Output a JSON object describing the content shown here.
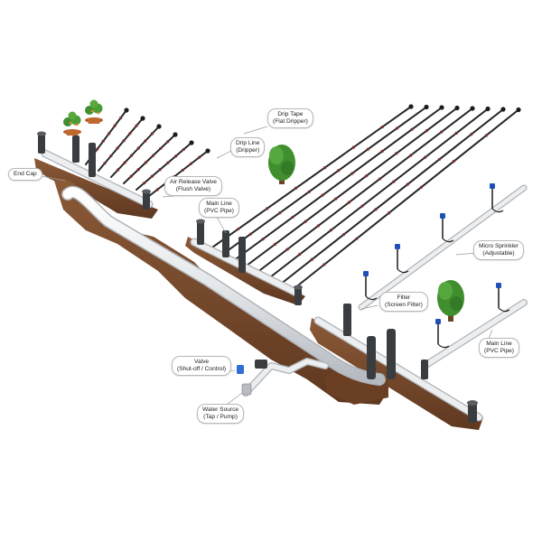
{
  "colors": {
    "pipe": "#e6e8ea",
    "pipe_edge": "#aeb3b8",
    "fitting": "#3a3d40",
    "drip_line": "#262626",
    "emitter": "#7a2f2f",
    "soil": "#7a4b2c",
    "valve_handle": "#2f6fd6",
    "sprinkler": "#1f4fb8",
    "tree": "#3f8f2f",
    "callout_border": "#b9b9b9"
  },
  "labels": {
    "end_cap": {
      "line1": "End Cap",
      "line2": ""
    },
    "drip_tape": {
      "line1": "Drip Tape",
      "line2": "(Flat Dripper)"
    },
    "drip_line": {
      "line1": "Drip Line",
      "line2": "(Dripper)"
    },
    "air_release": {
      "line1": "Air Release Valve",
      "line2": "(Flush Valve)"
    },
    "main_line_top": {
      "line1": "Main Line",
      "line2": "(PVC Pipe)"
    },
    "micro_sprinkler": {
      "line1": "Micro Sprinkler",
      "line2": "(Adjustable)"
    },
    "filter": {
      "line1": "Filter",
      "line2": "(Screen Filter)"
    },
    "main_line_bottom": {
      "line1": "Main Line",
      "line2": "(PVC Pipe)"
    },
    "valve": {
      "line1": "Valve",
      "line2": "(Shut-off / Control)"
    },
    "water_source": {
      "line1": "Water Source",
      "line2": "(Tap / Pump)"
    }
  },
  "icons": {
    "plant": "potted-plant-icon",
    "tree": "tree-icon",
    "sprinkler": "micro-sprinkler-icon",
    "valve": "ball-valve-icon"
  }
}
